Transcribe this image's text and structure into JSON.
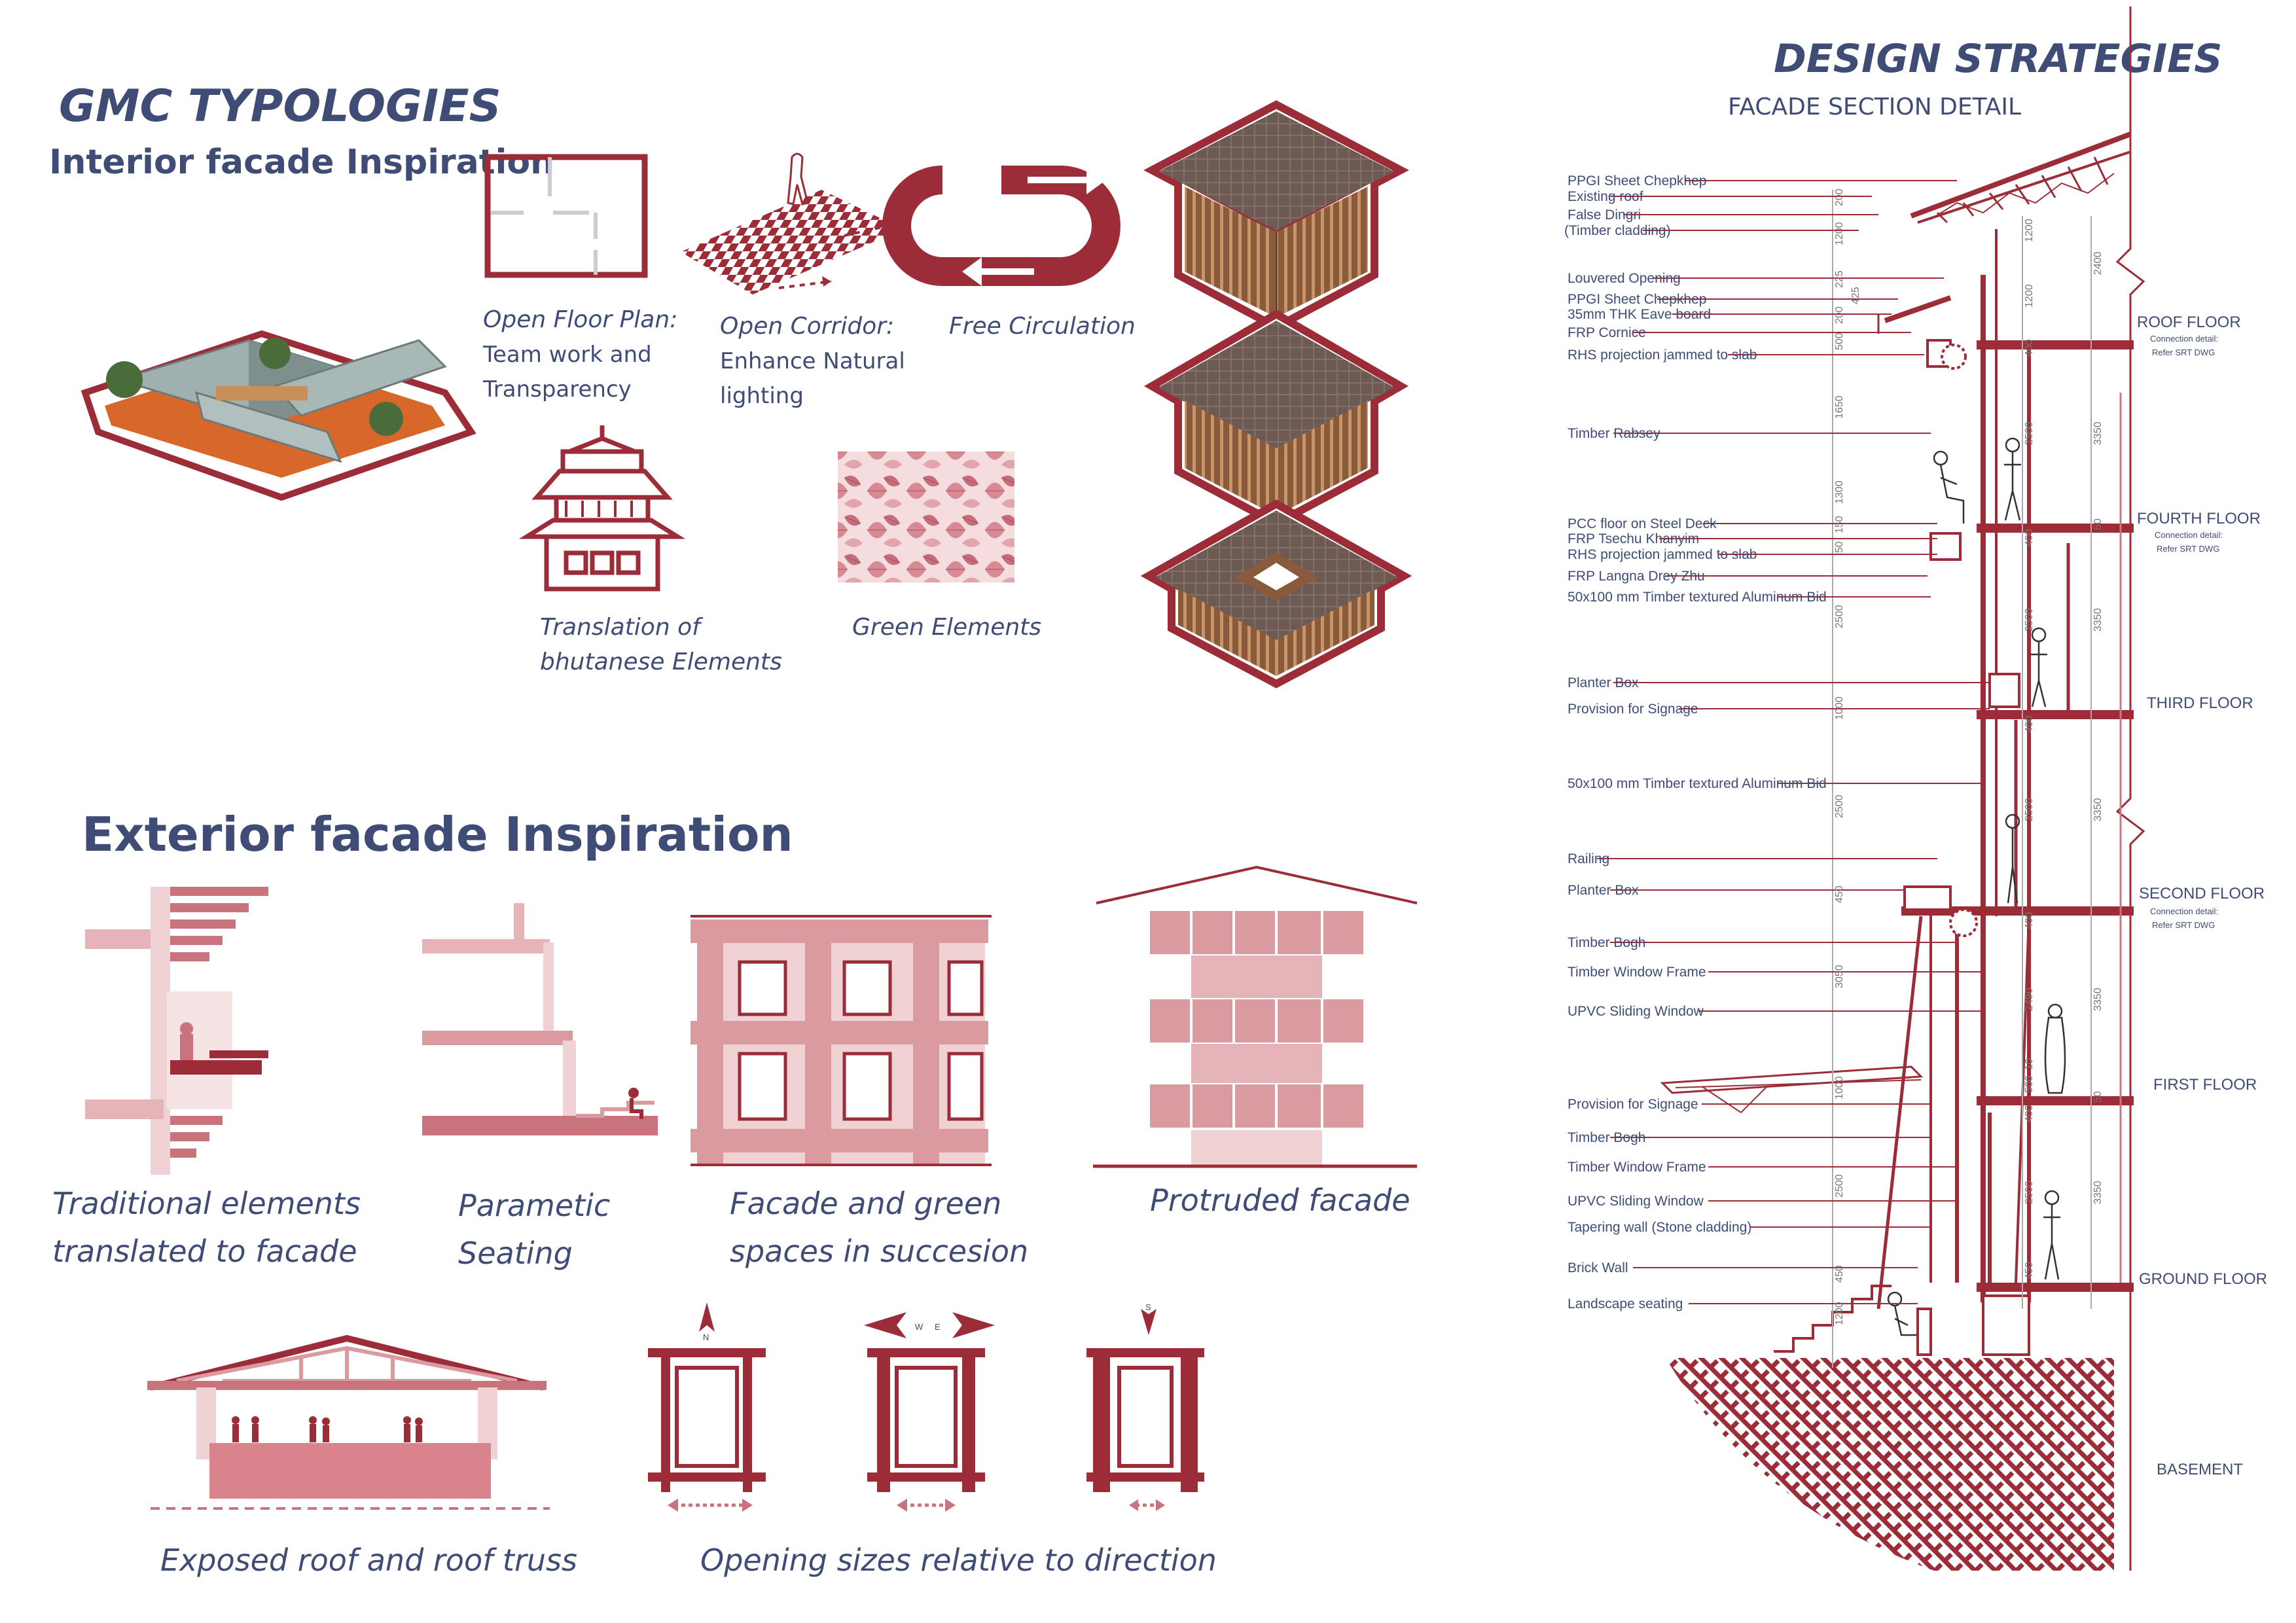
{
  "colors": {
    "accent": "#9b2c38",
    "navy": "#3e4c76",
    "pink": "#d99aa0",
    "pale": "#f0d2d4",
    "mid": "#c9747d"
  },
  "interior": {
    "title": "GMC TYPOLOGIES",
    "subtitle": "Interior facade Inspiration",
    "open_floor": {
      "title": "Open Floor Plan:",
      "line1": "Team work and",
      "line2": "Transparency"
    },
    "open_corridor": {
      "title": "Open Corridor:",
      "line1": "Enhance Natural",
      "line2": "lighting"
    },
    "free_circulation": "Free Circulation",
    "translation": {
      "line1": "Translation of",
      "line2": "bhutanese Elements"
    },
    "green": "Green Elements"
  },
  "exterior": {
    "title": "Exterior facade Inspiration",
    "traditional": {
      "line1": "Traditional elements",
      "line2": "translated to facade"
    },
    "parametric": {
      "line1": "Parametic",
      "line2": "Seating"
    },
    "facade_green": {
      "line1": "Facade and green",
      "line2": "spaces in succesion"
    },
    "protruded": "Protruded facade",
    "roof": "Exposed roof and roof truss",
    "openings": "Opening sizes relative to direction",
    "compass": {
      "n": "N",
      "w": "W",
      "e": "E",
      "s": "S"
    }
  },
  "strategies": {
    "title": "DESIGN STRATEGIES",
    "subtitle": "FACADE SECTION DETAIL",
    "labels": [
      "PPGI Sheet Chepkhep",
      "Existing roof",
      "False Dingri",
      "(Timber cladding)",
      "Louvered Opening",
      "PPGI Sheet Chepkhep",
      "35mm THK Eave board",
      "FRP Cornice",
      "RHS projection jammed to slab",
      "Timber Rabsey",
      "PCC floor on Steel Deck",
      "FRP Tsechu Khanyim",
      "RHS projection jammed to slab",
      "FRP Langna Drey Zhu",
      "50x100 mm Timber textured Aluminum Bid",
      "Planter Box",
      "Provision for Signage",
      "50x100 mm Timber textured Aluminum Bid",
      "Railing",
      "Planter Box",
      "Timber Bogh",
      "Timber Window Frame",
      "UPVC Sliding Window",
      "Provision for Signage",
      "Timber Bogh",
      "Timber Window Frame",
      "UPVC Sliding Window",
      "Tapering wall (Stone cladding)",
      "Brick Wall",
      "Landscape seating"
    ],
    "floors": [
      "ROOF FLOOR",
      "FOURTH  FLOOR",
      "THIRD FLOOR",
      "SECOND FLOOR",
      "FIRST FLOOR",
      "GROUND FLOOR",
      "BASEMENT"
    ],
    "connection": {
      "line1": "Connection detail:",
      "line2": "Refer SRT DWG"
    },
    "dims_left": [
      "200",
      "1200",
      "225",
      "425",
      "200",
      "500",
      "1650",
      "1300",
      "150",
      "50",
      "2500",
      "1000",
      "2500",
      "450",
      "3050",
      "1000",
      "2500",
      "450",
      "1200"
    ],
    "dims_mid": [
      "1200",
      "1200",
      "400",
      "2500",
      "400",
      "2500",
      "400",
      "2500",
      "400",
      "2490",
      "10",
      "500",
      "400",
      "2500",
      "450"
    ],
    "dims_right": [
      "2400",
      "3350",
      "50",
      "3350",
      "3350",
      "3350",
      "50",
      "3350"
    ]
  }
}
